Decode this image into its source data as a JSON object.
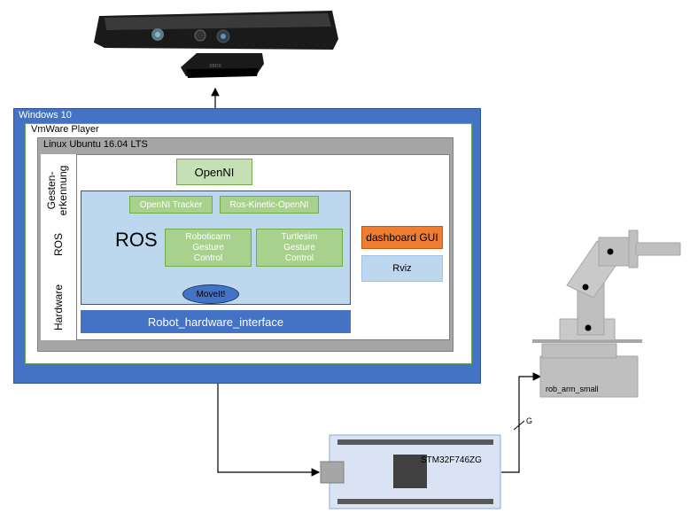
{
  "windows": {
    "title": "Windows 10"
  },
  "vmware": {
    "title": "VmWare Player"
  },
  "ubuntu": {
    "title": "Linux Ubuntu 16.04 LTS"
  },
  "side_labels": {
    "gesture_line1": "Gesten-",
    "gesture_line2": "erkennung",
    "ros": "ROS",
    "hardware": "Hardware"
  },
  "blocks": {
    "openni": "OpenNI",
    "openni_tracker": "OpenNI Tracker",
    "ros_kinetic_openni": "Ros-Kinetic-OpenNI",
    "ros_title": "ROS",
    "roboticarm": "Roboticarm\nGesture\nControl",
    "turtlesim": "Turtlesim\nGesture\nControl",
    "moveit": "MoveIt!",
    "robot_hw_interface": "Robot_hardware_interface",
    "dashboard": "dashboard GUI",
    "rviz": "Rviz"
  },
  "devices": {
    "kinect_logo": "XBOX",
    "stm": "STM32F746ZG",
    "robot_arm": "rob_arm_small",
    "link_label": "G"
  },
  "colors": {
    "windows_blue": "#4472c4",
    "ros_box": "#bdd7ee",
    "green_block": "#a9d18e",
    "dashboard_orange": "#ed7d31",
    "device_gray": "#bfbfbf"
  }
}
